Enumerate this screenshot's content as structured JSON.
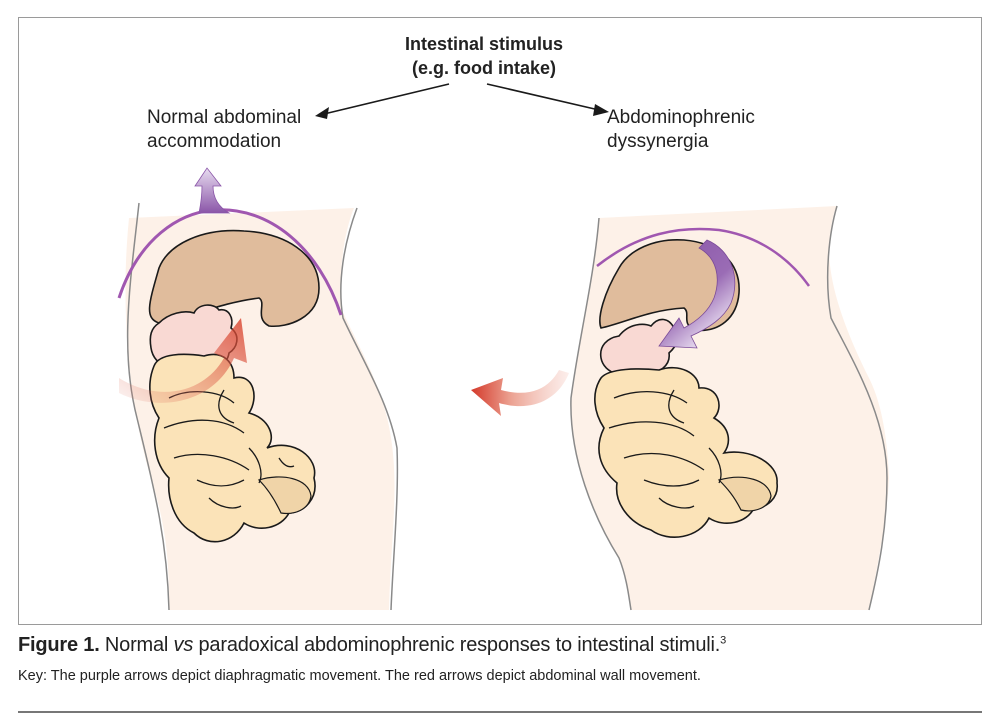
{
  "figure": {
    "stimulus": {
      "line1": "Intestinal stimulus",
      "line2": "(e.g. food intake)"
    },
    "left_panel": {
      "label_line1": "Normal abdominal",
      "label_line2": "accommodation"
    },
    "right_panel": {
      "label_line1": "Abdominophrenic",
      "label_line2": "dyssynergia"
    },
    "colors": {
      "diaphragm": "#a057b0",
      "purple_arrow": "#8a55a8",
      "red_arrow": "#d9442e",
      "skin": "#fdf1e8",
      "liver": "#e0bc9c",
      "stomach": "#f9d9d3",
      "intestine": "#fbe3b8",
      "intestine_shade": "#f0d4a8",
      "outline": "#1a1a1a",
      "body_line": "#8a8a8a"
    }
  },
  "caption": {
    "figure_label": "Figure 1.",
    "text_pre": "Normal ",
    "text_vs": "vs",
    "text_post": " paradoxical abdominophrenic responses to intestinal stimuli.",
    "ref": "3",
    "key": "Key: The purple arrows depict diaphragmatic movement. The red arrows depict abdominal wall movement."
  }
}
